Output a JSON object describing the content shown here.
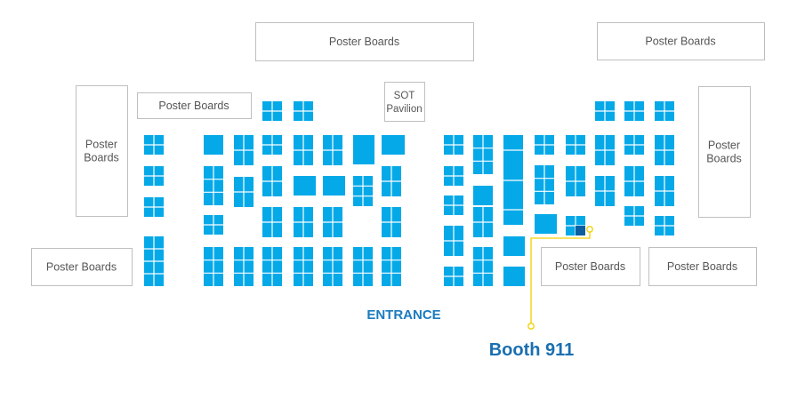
{
  "map": {
    "poster_boards_label": "Poster Boards",
    "poster_label_lines": [
      "Poster",
      "Boards"
    ],
    "sot_pavilion": [
      "SOT",
      "Pavilion"
    ],
    "entrance_label": "ENTRANCE",
    "highlight_label": "Booth 911"
  },
  "colors": {
    "booth": "#05a9e8",
    "booth_highlight": "#0b5fa0",
    "booth_divider": "#ffffff",
    "board_border": "#bfbfbf",
    "board_text": "#555555",
    "callout_line": "#f0d000",
    "label_blue": "#1a7bbf"
  }
}
